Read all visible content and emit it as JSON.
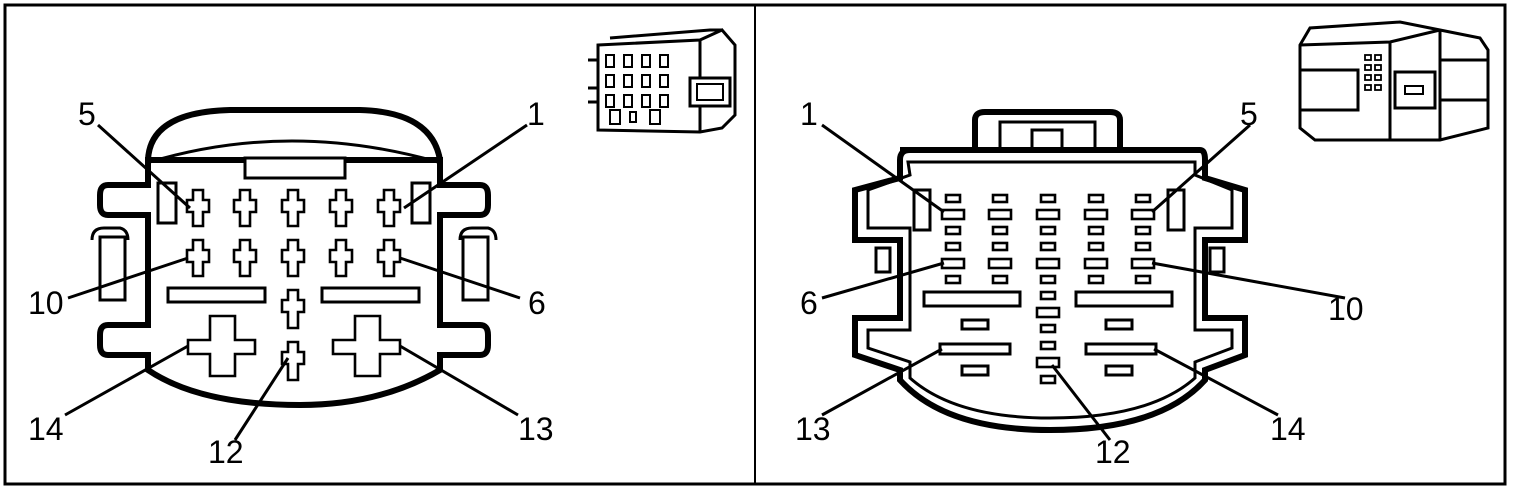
{
  "panels": [
    {
      "side": "left",
      "view": "female connector face",
      "callouts": {
        "p5": "5",
        "p1": "1",
        "p10": "10",
        "p6": "6",
        "p14": "14",
        "p12": "12",
        "p13": "13"
      }
    },
    {
      "side": "right",
      "view": "male connector face",
      "callouts": {
        "p1": "1",
        "p5": "5",
        "p6": "6",
        "p10": "10",
        "p13": "13",
        "p12": "12",
        "p14": "14"
      }
    }
  ]
}
